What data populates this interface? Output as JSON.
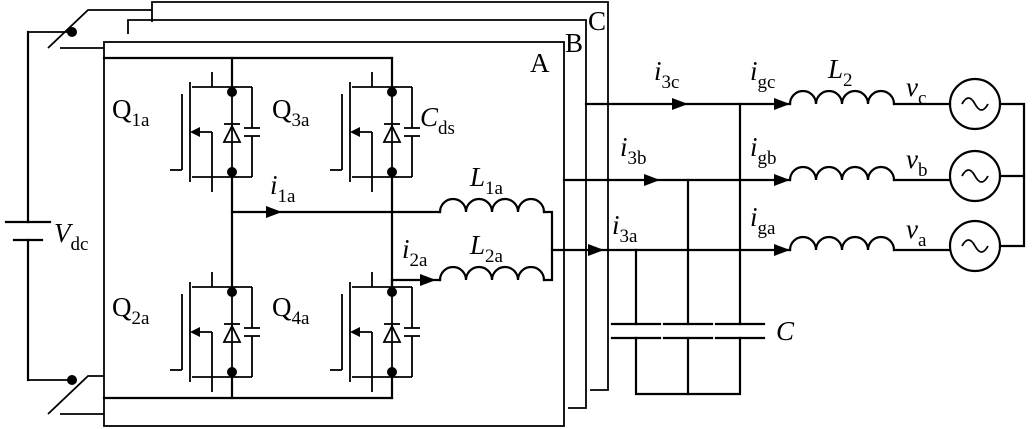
{
  "panels": {
    "a": "A",
    "b": "B",
    "c": "C"
  },
  "source": {
    "symbol": "V",
    "sub": "dc"
  },
  "switches": [
    {
      "id": "q1a",
      "symbol": "Q",
      "sub": "1a"
    },
    {
      "id": "q3a",
      "symbol": "Q",
      "sub": "3a"
    },
    {
      "id": "q2a",
      "symbol": "Q",
      "sub": "2a"
    },
    {
      "id": "q4a",
      "symbol": "Q",
      "sub": "4a"
    }
  ],
  "capacitor_ds": {
    "symbol": "C",
    "sub": "ds"
  },
  "inductors": {
    "l1a": {
      "symbol": "L",
      "sub": "1a"
    },
    "l2a": {
      "symbol": "L",
      "sub": "2a"
    },
    "l2": {
      "symbol": "L",
      "sub": "2"
    }
  },
  "currents": {
    "i1a": {
      "symbol": "i",
      "sub": "1a"
    },
    "i2a": {
      "symbol": "i",
      "sub": "2a"
    },
    "i3c": {
      "symbol": "i",
      "sub": "3c"
    },
    "i3b": {
      "symbol": "i",
      "sub": "3b"
    },
    "i3a": {
      "symbol": "i",
      "sub": "3a"
    },
    "igc": {
      "symbol": "i",
      "sub": "gc"
    },
    "igb": {
      "symbol": "i",
      "sub": "gb"
    },
    "iga": {
      "symbol": "i",
      "sub": "ga"
    }
  },
  "voltages": {
    "vc": {
      "symbol": "v",
      "sub": "c"
    },
    "vb": {
      "symbol": "v",
      "sub": "b"
    },
    "va": {
      "symbol": "v",
      "sub": "a"
    }
  },
  "filter_capacitor": {
    "symbol": "C"
  }
}
